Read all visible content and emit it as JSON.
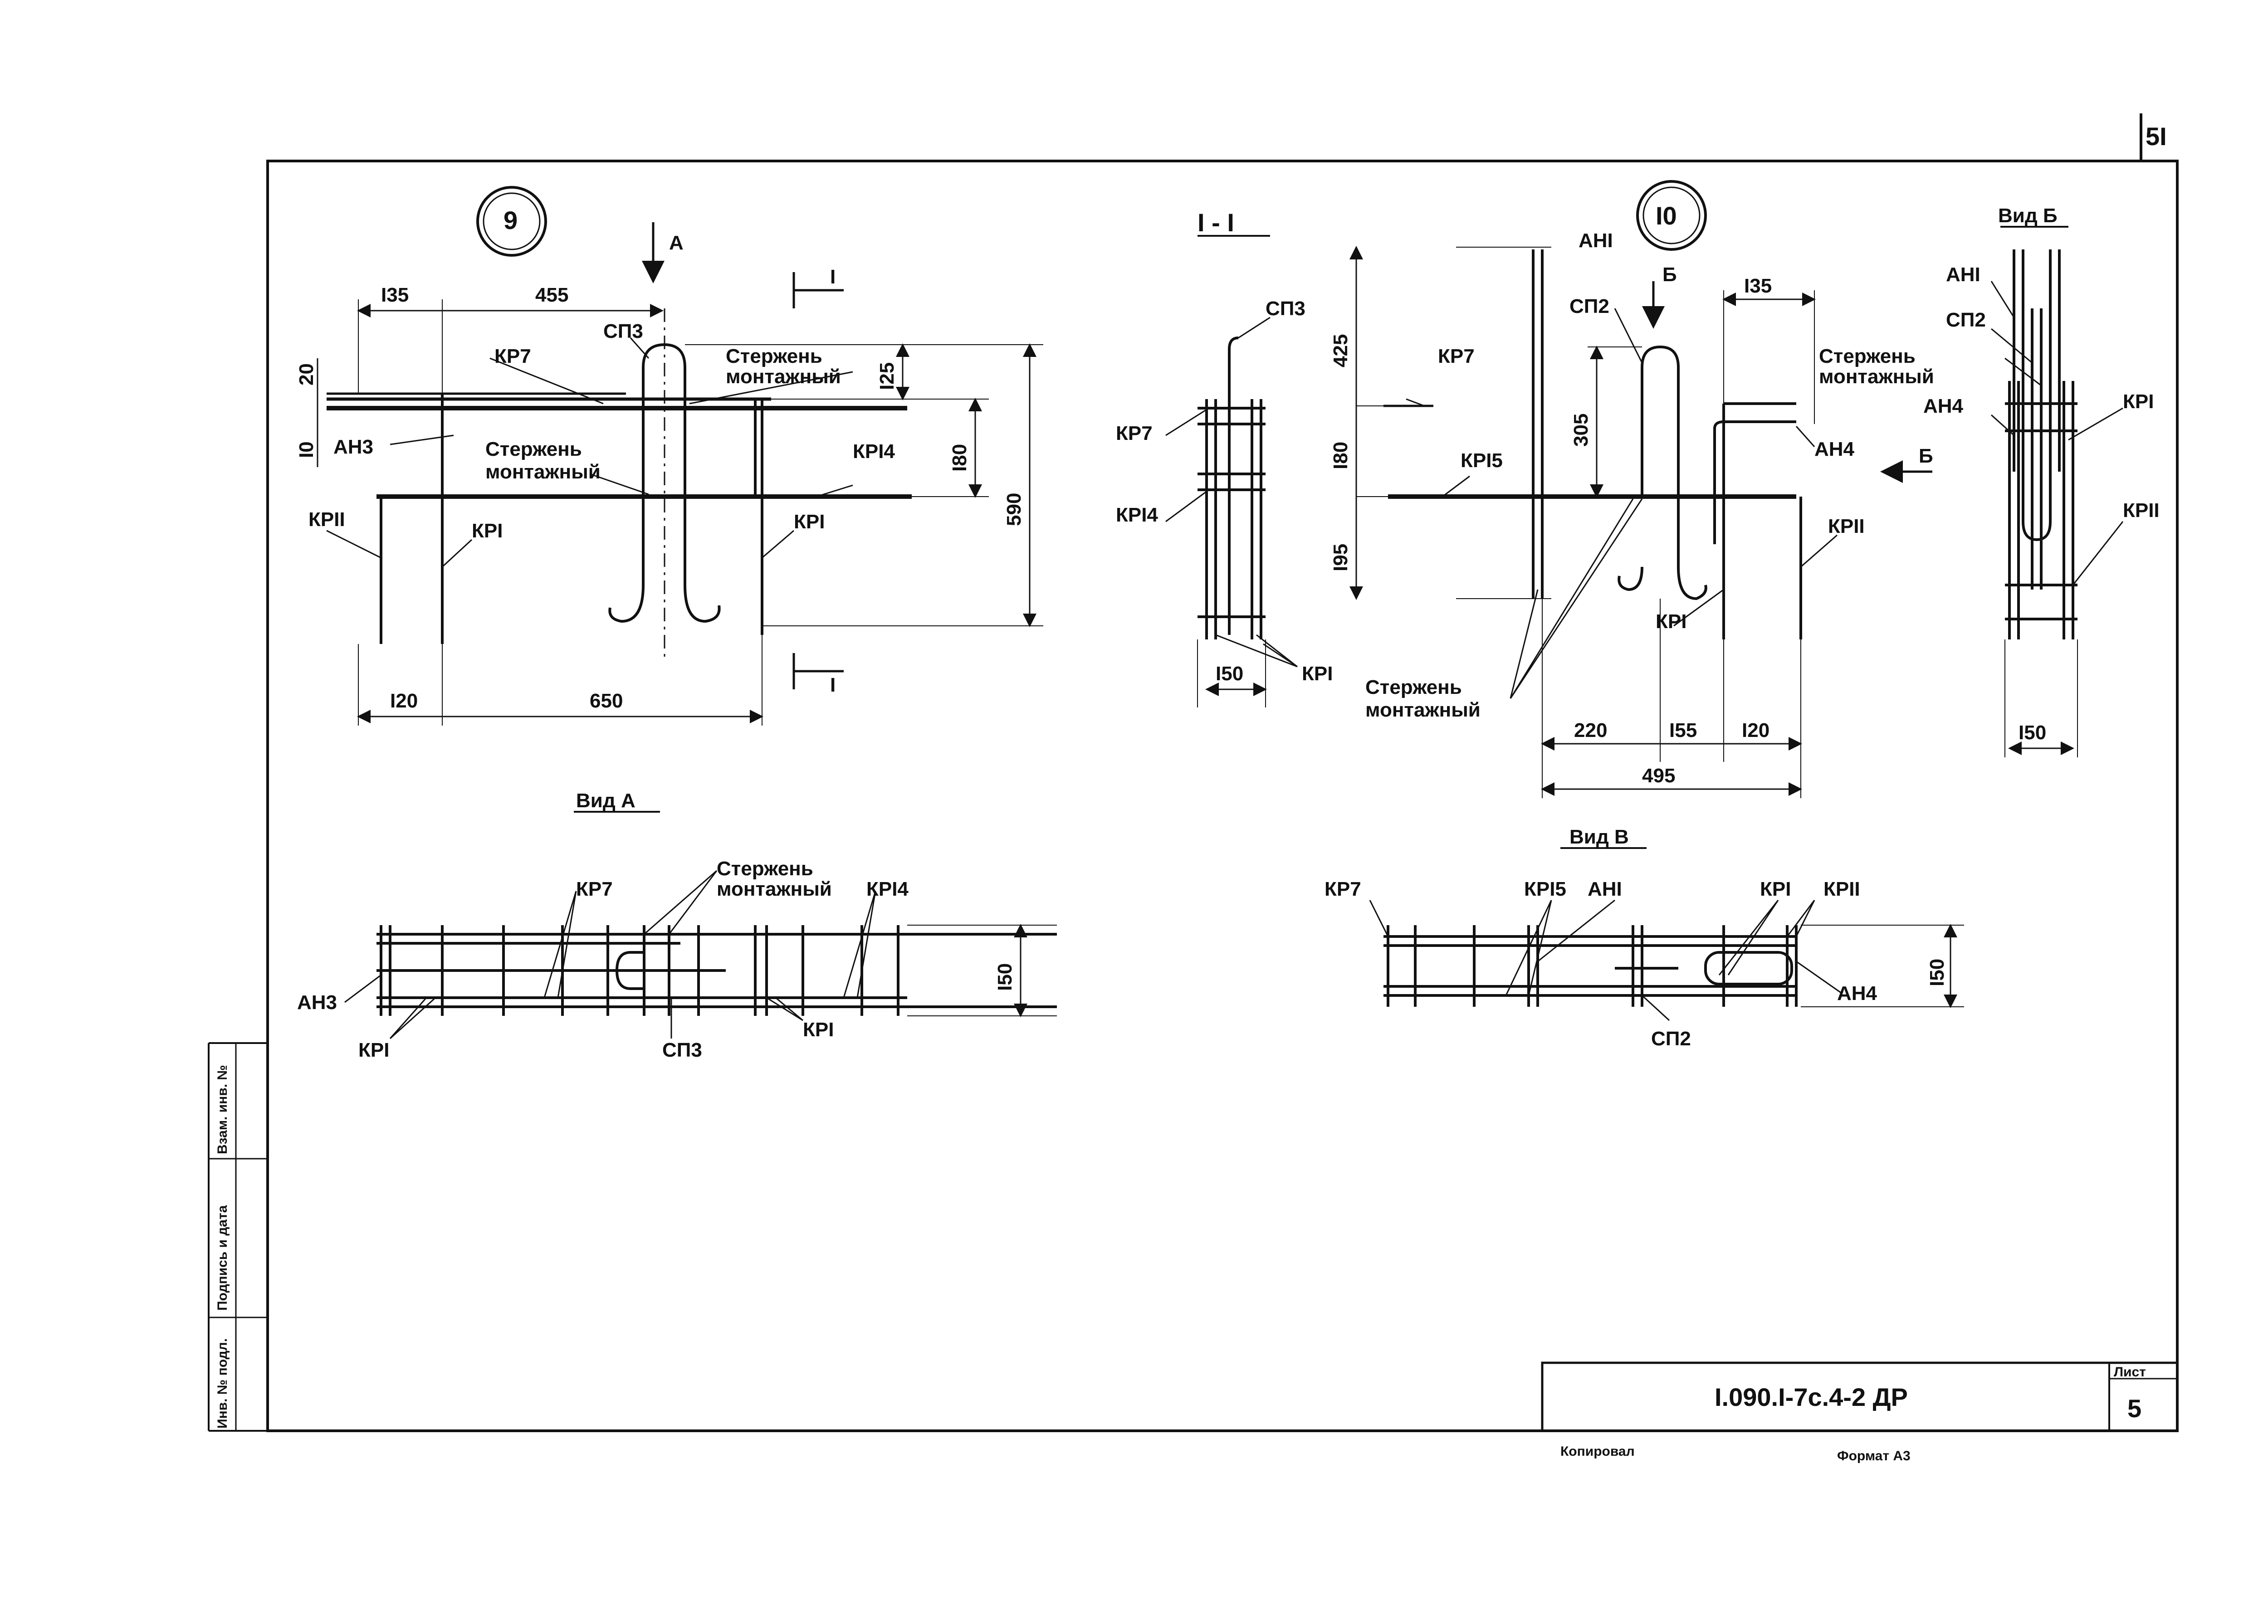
{
  "sheet": {
    "number": "5I",
    "designation": "I.090.I-7c.4-2 ДР",
    "list_label": "Лист",
    "list_number": "5",
    "footer_left": "Копировал",
    "footer_right": "Формат А3",
    "side_stamp": [
      "Инв. № подл.",
      "Подпись и дата",
      "Взам. инв. №"
    ]
  },
  "drawing9": {
    "number": "9",
    "dims": {
      "d135": "I35",
      "d455": "455",
      "d20": "20",
      "d10": "I0",
      "d125": "I25",
      "d180": "I80",
      "d590": "590",
      "d120": "I20",
      "d650": "650"
    },
    "labels": {
      "sp": "СП3",
      "kr7": "КР7",
      "rod1": "Стержень",
      "rod2": "монтажный",
      "an": "АН3",
      "kr14": "КРI4",
      "kr11": "КРII",
      "kr1": "КРI"
    },
    "arrow": "А",
    "section": "I"
  },
  "section11": {
    "title": "I - I",
    "labels": {
      "sp": "СП3",
      "kr7": "КР7",
      "kr14": "КРI4",
      "kr1": "КРI"
    },
    "dims": {
      "d150": "I50"
    }
  },
  "drawing10": {
    "number": "I0",
    "dims": {
      "d425": "425",
      "d180": "I80",
      "d195": "I95",
      "d305": "305",
      "d135": "I35",
      "d220": "220",
      "d155": "I55",
      "d120": "I20",
      "d495": "495"
    },
    "labels": {
      "an1": "АНI",
      "sp": "СП2",
      "kr7": "КР7",
      "kr15": "КРI5",
      "an4": "АН4",
      "kr11": "КРII",
      "kr1": "КРI",
      "rod1": "Стержень",
      "rod2": "монтажный"
    },
    "arrow": "Б"
  },
  "viewB_side": {
    "title": "Вид Б",
    "labels": {
      "an1": "АНI",
      "sp": "СП2",
      "rod1": "Стержень",
      "rod2": "монтажный",
      "an4": "АН4",
      "kr1": "КРI",
      "kr11": "КРII"
    },
    "dims": {
      "d150": "I50"
    }
  },
  "viewA": {
    "title": "Вид А",
    "labels": {
      "rod1": "Стержень",
      "rod2": "монтажный",
      "kr7": "КР7",
      "kr14": "КРI4",
      "an": "АН3",
      "kr1": "КРI",
      "sp": "СП3"
    },
    "dims": {
      "d150": "I50"
    }
  },
  "viewB_plan": {
    "title": "Вид В",
    "labels": {
      "kr7": "КР7",
      "kr15": "КРI5",
      "an1": "АНI",
      "kr1": "КРI",
      "kr11": "КРII",
      "an4": "АН4",
      "sp": "СП2"
    },
    "dims": {
      "d150": "I50"
    }
  }
}
